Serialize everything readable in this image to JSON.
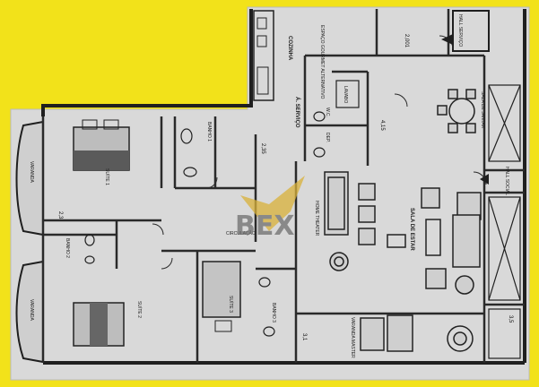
{
  "colors": {
    "frame": "#f2e21a",
    "paper": "#d9d9d9",
    "ink": "#1f1f1f",
    "watermark_gold": "#d9b23a",
    "watermark_gray": "#6f6f6f"
  },
  "watermark": {
    "text": "BEX"
  },
  "rooms": {
    "cozinha": "COZINHA",
    "espaco_gourmet": "ESPAÇO GOURMET ALTERNATIVO",
    "area_servico": "Á. SERVIÇO",
    "hall_servico": "HALL SERVIÇO",
    "lavabo": "LAVABO",
    "wc": "W.C.",
    "dep": "DEP.",
    "banho1": "BANHO 1",
    "suite1": "SUÍTE 1",
    "varanda1": "VARANDA",
    "varanda2": "VARANDA",
    "home_theater": "HOME THEATER",
    "sala_estar": "SALA DE ESTAR",
    "sala_jantar": "SALA DE JANTAR",
    "hall_social": "HALL SOCIAL",
    "circulacao": "CIRCULAÇÃO",
    "banho2": "BANHO 2",
    "suite2": "SUÍTE 2",
    "suite3": "SUÍTE 3",
    "banho3": "BANHO 3",
    "varanda_master": "VARANDA MASTER"
  },
  "dims": {
    "d1": "2,001",
    "d2": "2,35",
    "d3": "4,15",
    "d4": "2,3",
    "d5": "3,1",
    "d6": "3,5"
  }
}
